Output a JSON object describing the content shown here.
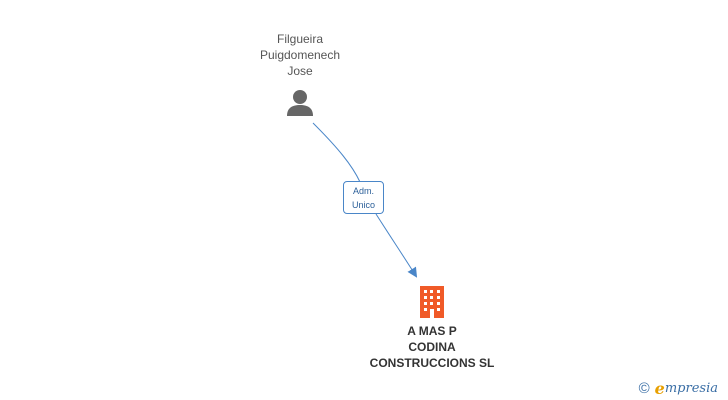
{
  "person": {
    "name_lines": [
      "Filgueira",
      "Puigdomenech",
      "Jose"
    ],
    "icon": "person-icon"
  },
  "relation": {
    "label_lines": [
      "Adm.",
      "Unico"
    ]
  },
  "company": {
    "name_lines": [
      "A MAS P",
      "CODINA",
      "CONSTRUCCIONS SL"
    ],
    "icon": "building-icon"
  },
  "brand": {
    "copyright": "©",
    "initial": "e",
    "rest": "mpresia"
  },
  "colors": {
    "edge": "#4a86c8",
    "person_icon": "#666666",
    "company_icon": "#f05a28"
  }
}
